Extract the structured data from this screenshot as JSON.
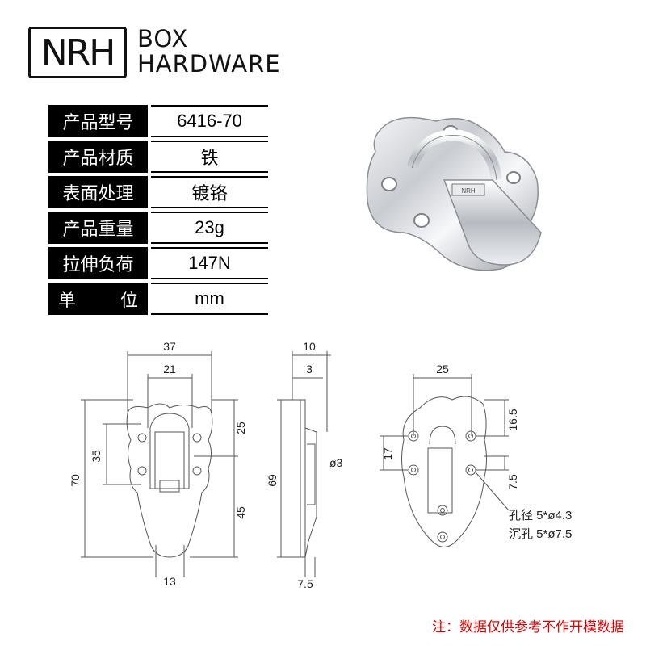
{
  "brand": {
    "logo": "NRH",
    "line1": "BOX",
    "line2": "HARDWARE"
  },
  "specs": [
    {
      "key": "产品型号",
      "value": "6416-70"
    },
    {
      "key": "产品材质",
      "value": "铁"
    },
    {
      "key": "表面处理",
      "value": "镀铬"
    },
    {
      "key": "产品重量",
      "value": "23g"
    },
    {
      "key": "拉伸负荷",
      "value": "147N"
    },
    {
      "key_a": "单",
      "key_b": "位",
      "value": "mm"
    }
  ],
  "dimensions": {
    "front": {
      "width": "37",
      "inner_width": "21",
      "height": "70",
      "hole_span": "35",
      "upper": "25",
      "lower": "45",
      "bottom": "13"
    },
    "side": {
      "depth": "10",
      "plate": "3",
      "height": "69",
      "pin": "ø3",
      "bottom": "7.5"
    },
    "back": {
      "width": "25",
      "top": "16.5",
      "left": "17",
      "right": "7.5"
    }
  },
  "holes": {
    "line1": "孔径 5*ø4.3",
    "line2": "沉孔 5*ø7.5"
  },
  "note": "注：数据仅供参考不作开模数据"
}
